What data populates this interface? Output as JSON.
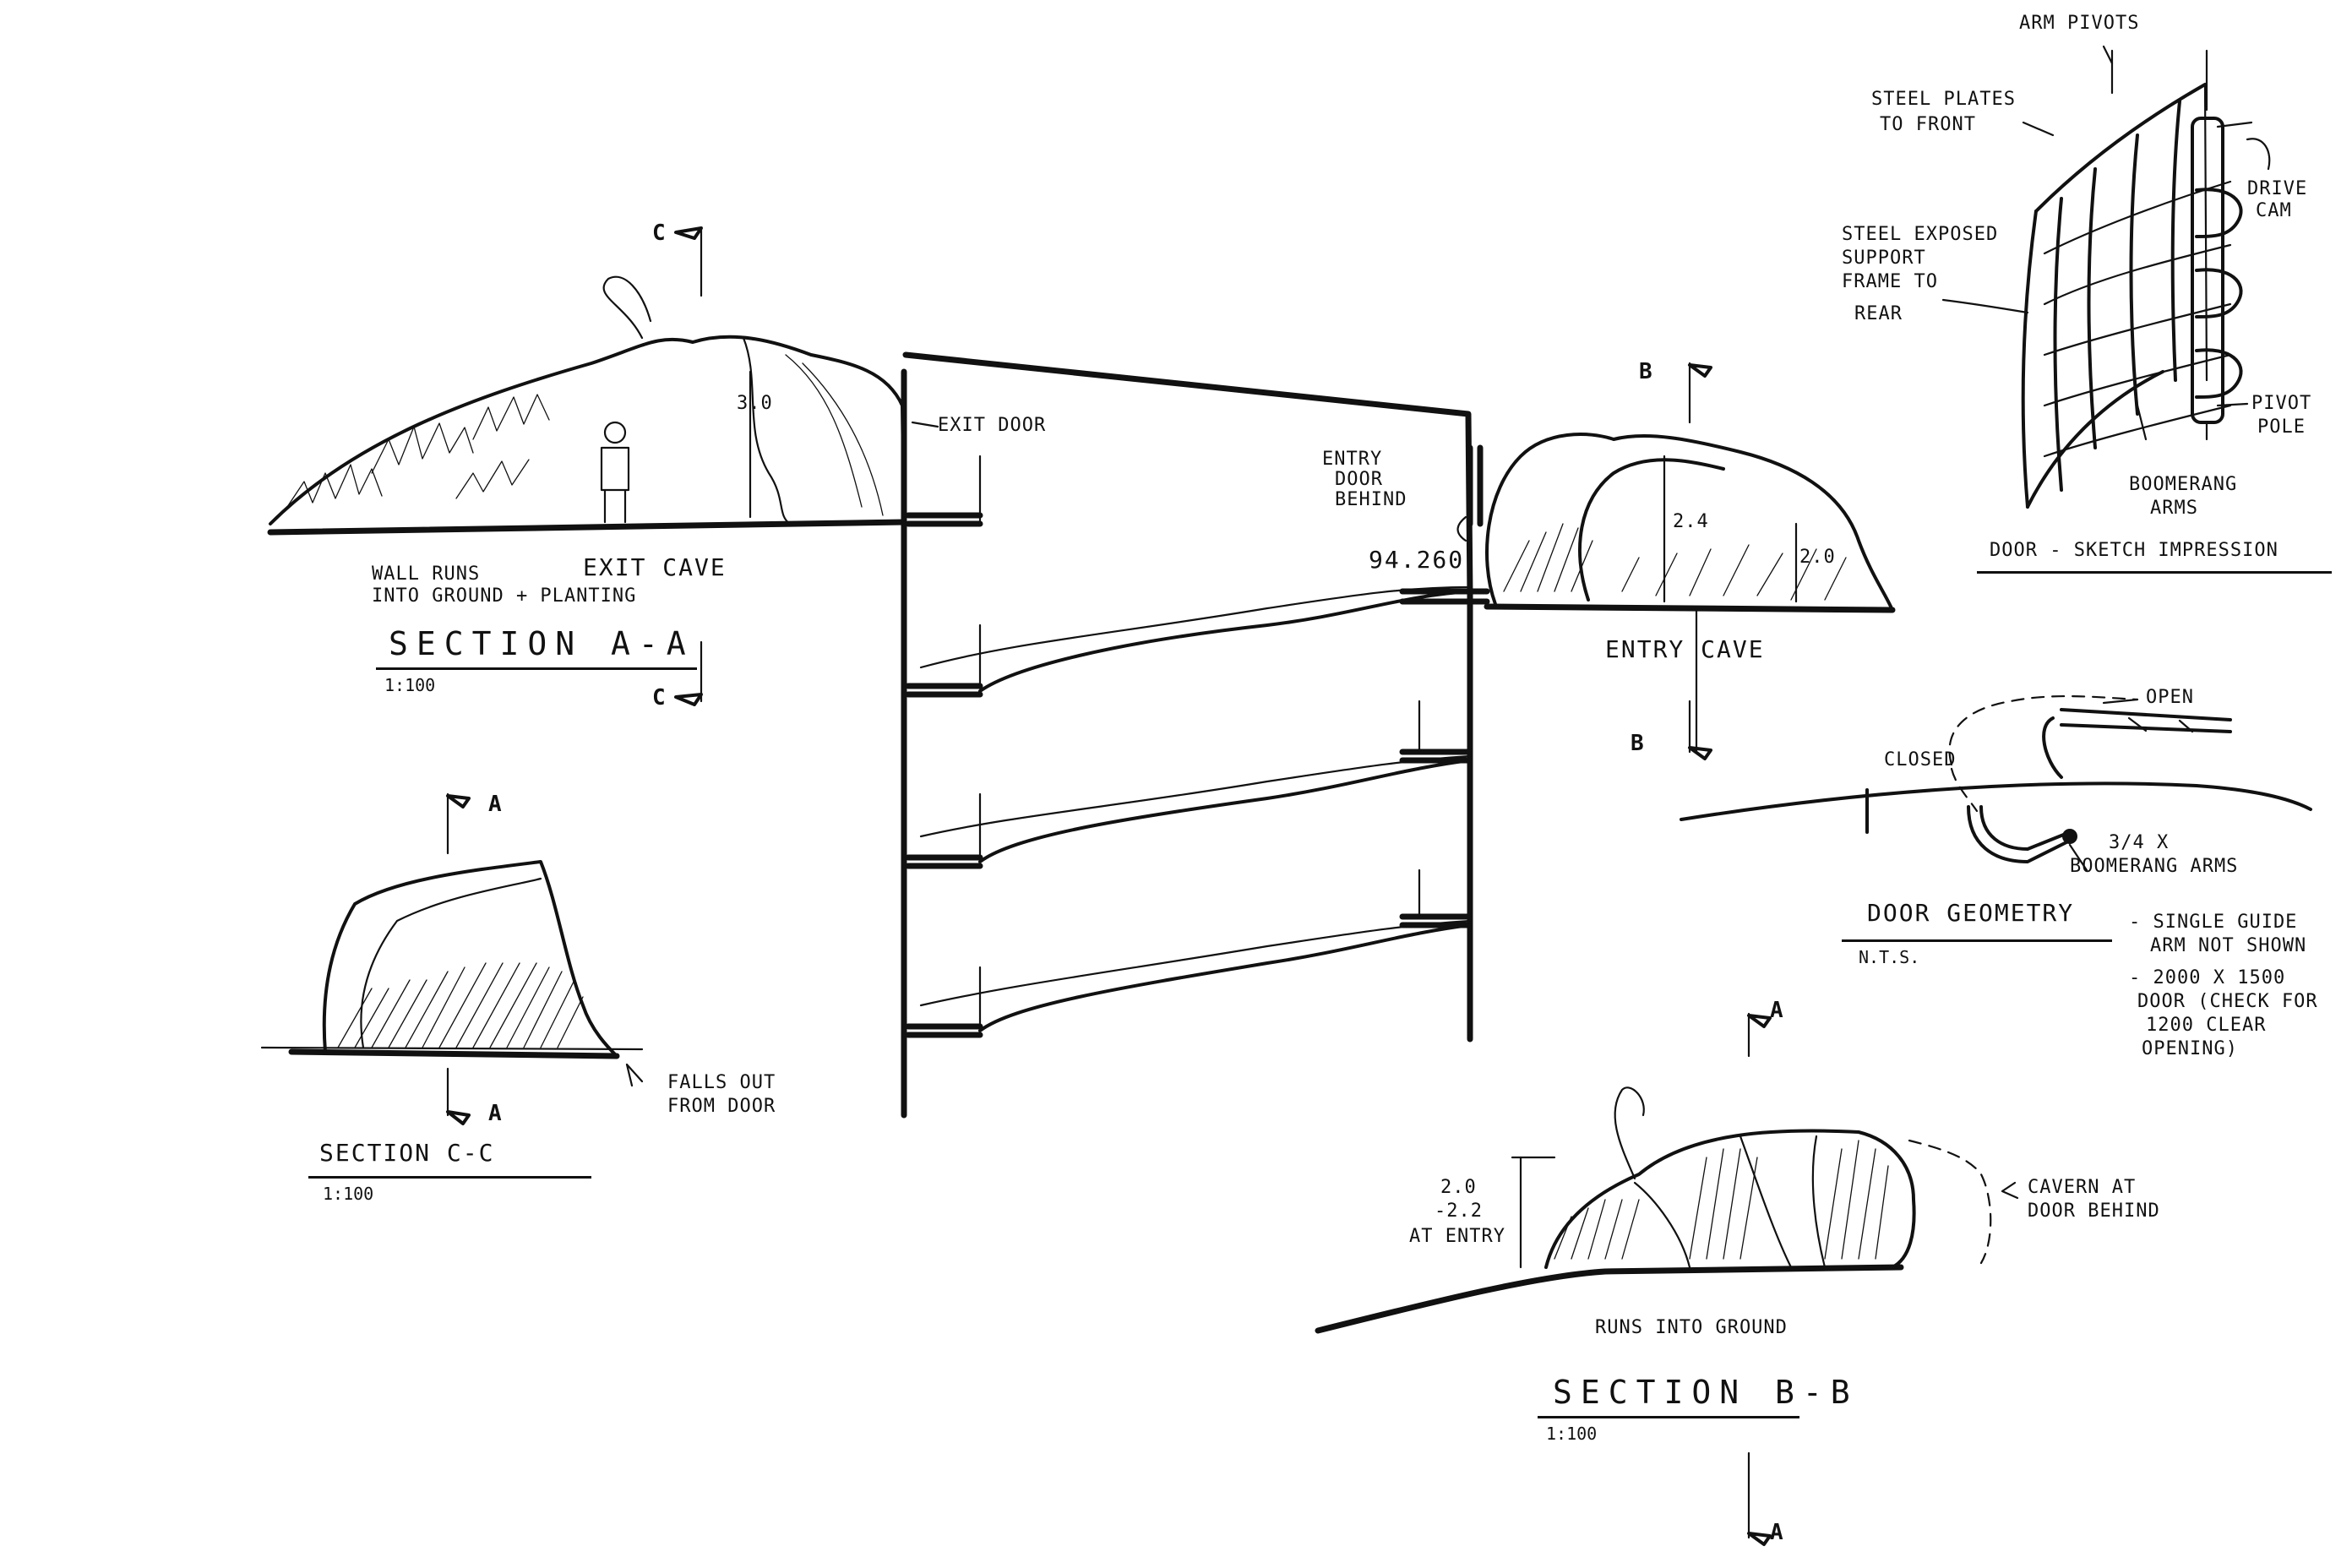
{
  "sections": {
    "aa": {
      "title": "Section A-A",
      "scale": "1:100",
      "height": "3.0",
      "notes": [
        "Exit Door",
        "Exit Cave",
        "Wall runs",
        "into ground + planting"
      ],
      "markers": [
        "C",
        "C"
      ]
    },
    "cc": {
      "title": "Section C-C",
      "scale": "1:100",
      "notes": [
        "Falls out",
        "from door"
      ],
      "markers": [
        "A",
        "A"
      ]
    },
    "bb": {
      "title": "Section B-B",
      "scale": "1:100",
      "height_lines": [
        "2.0",
        "-2.2",
        "at entry"
      ],
      "notes": [
        "Runs into ground",
        "Cavern at",
        "door behind"
      ],
      "markers": [
        "A",
        "A"
      ]
    },
    "plan": {
      "notes": [
        "Entry",
        "door",
        "behind",
        "94.260",
        "Entry Cave"
      ],
      "heights": [
        "2.4",
        "2.0"
      ],
      "markers": [
        "B",
        "B"
      ]
    }
  },
  "door_sketch": {
    "title": "Door - sketch impression",
    "notes": [
      "Arm pivots",
      "Steel plates",
      "to front",
      "Drive",
      "cam",
      "Steel exposed",
      "support",
      "frame to",
      "rear",
      "Pivot",
      "pole",
      "Boomerang",
      "arms"
    ]
  },
  "door_geometry": {
    "title": "Door Geometry",
    "scale": "N.T.S.",
    "labels": [
      "Open",
      "Closed",
      "3/4 x",
      "Boomerang Arms"
    ],
    "notes": [
      "- Single guide",
      "arm not shown",
      "- 2000 x 1500",
      "door (check for",
      "1200 clear",
      "opening)"
    ]
  },
  "colors": {
    "ink": "#111111",
    "paper": "#ffffff"
  }
}
